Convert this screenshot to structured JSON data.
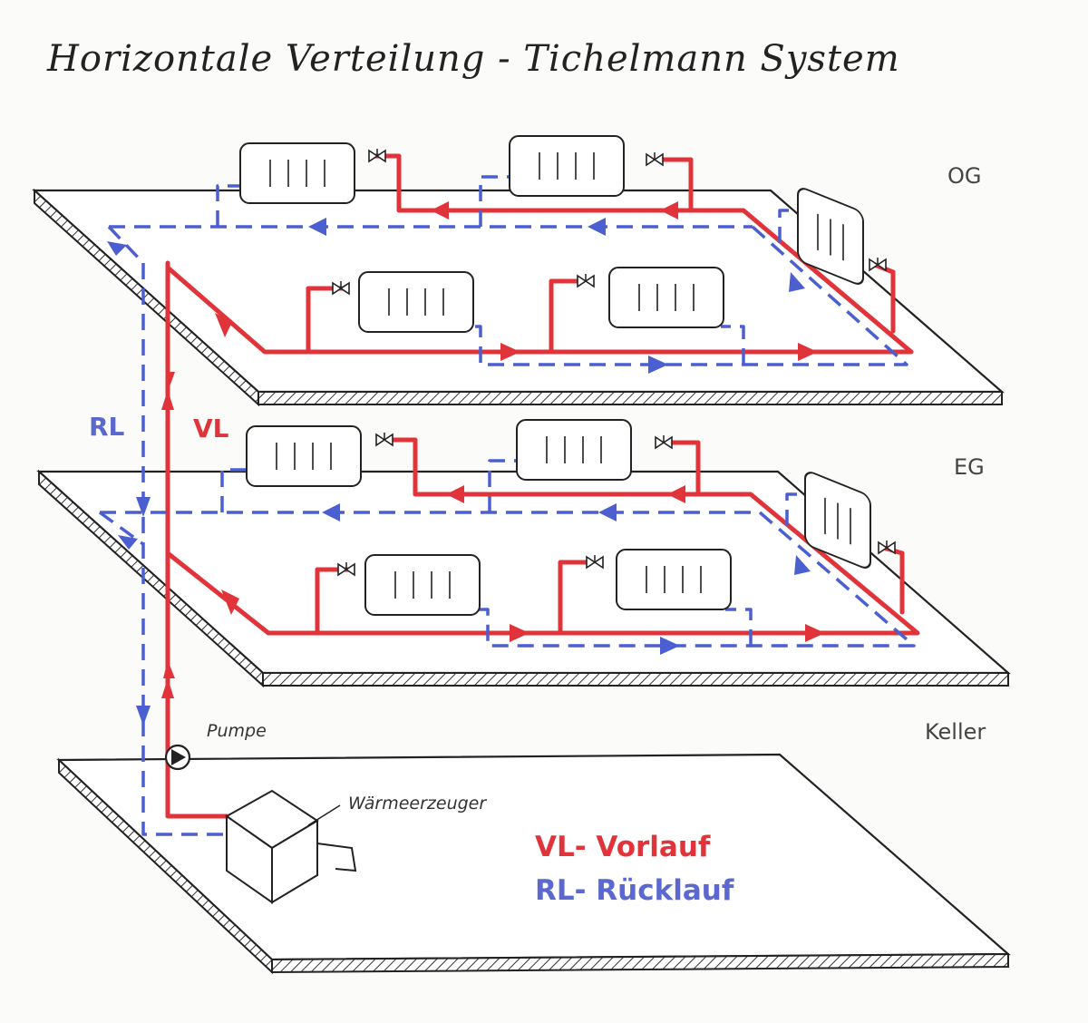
{
  "title": "Horizontale Verteilung - Tichelmann System",
  "floors": {
    "og": "OG",
    "eg": "EG",
    "keller": "Keller"
  },
  "labels": {
    "rl": "RL",
    "vl": "VL",
    "pumpe": "Pumpe",
    "waermeerzeuger": "Wärmeerzeuger"
  },
  "legend": {
    "vl": "VL- Vorlauf",
    "rl": "RL- Rücklauf"
  },
  "colors": {
    "supply": "#e0343a",
    "return": "#4b5fd0"
  }
}
